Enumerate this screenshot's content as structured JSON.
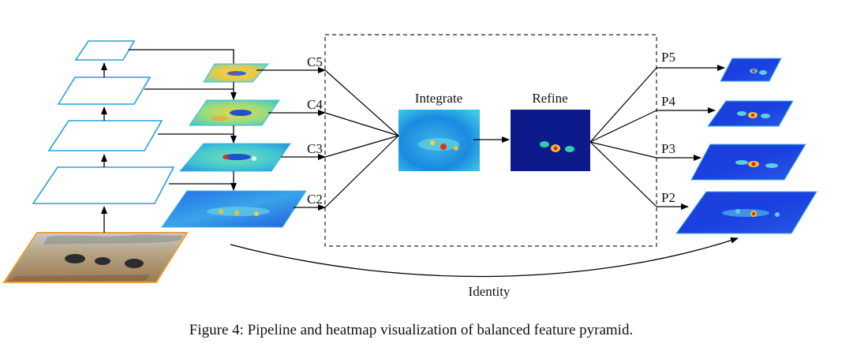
{
  "labels": {
    "integrate": "Integrate",
    "refine": "Refine",
    "identity": "Identity"
  },
  "levels": {
    "c": [
      "C5",
      "C4",
      "C3",
      "C2"
    ],
    "p": [
      "P5",
      "P4",
      "P3",
      "P2"
    ]
  },
  "caption": "Figure 4: Pipeline and heatmap visualization of balanced feature pyramid.",
  "colors": {
    "backbone_outline": "#2a9fd8",
    "photo_border": "#e8a040",
    "heatmap_warm": "#f2c23a",
    "heatmap_mid": "#38d0c0",
    "heatmap_cool": "#1e5ae0",
    "refine_bg": "#0c1a8c",
    "line": "#000000"
  },
  "icons": {
    "arrow": "arrowhead-icon",
    "backbone_layer": "parallelogram-layer-icon"
  }
}
